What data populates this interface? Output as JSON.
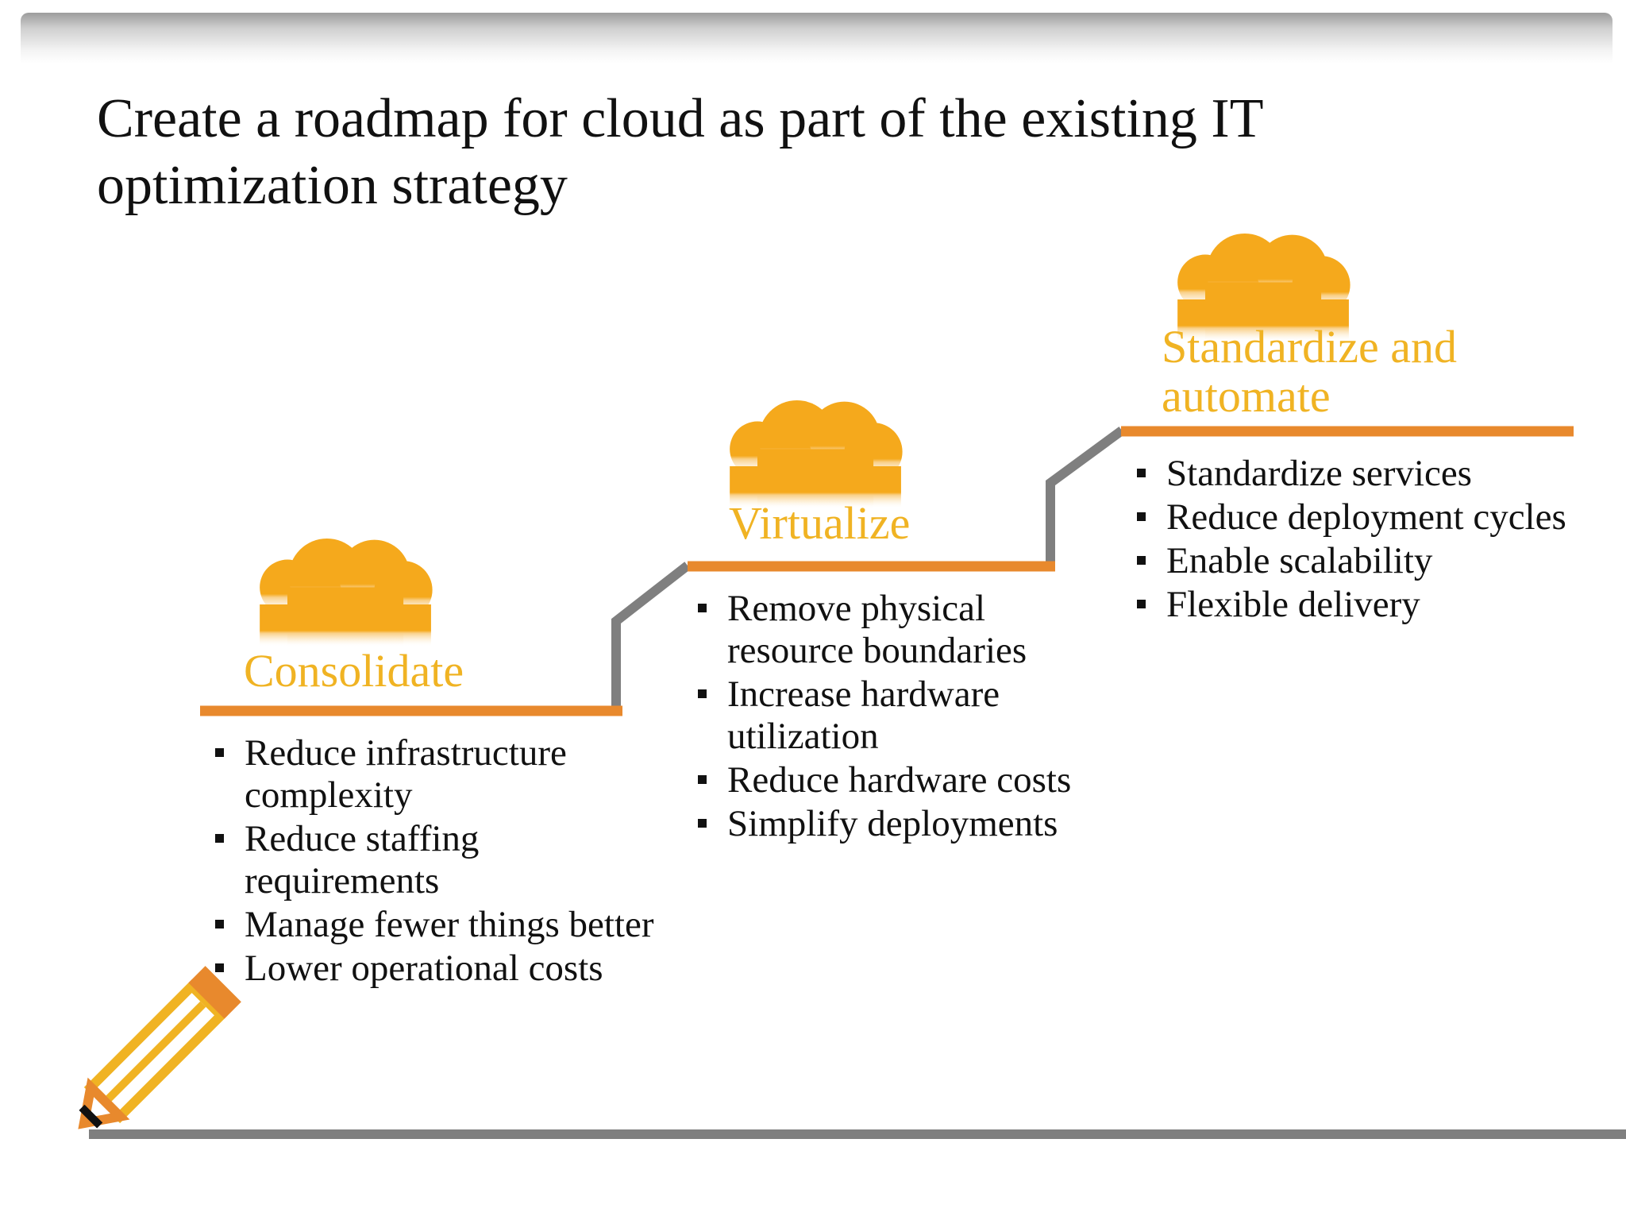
{
  "slide": {
    "title": "Create a roadmap for cloud as part of the existing IT optimization strategy"
  },
  "colors": {
    "accent_orange": "#e8892d",
    "label_gold": "#f0b323",
    "cloud_gold": "#f5a91c",
    "step_gray": "#7f7f7f"
  },
  "stages": [
    {
      "label": "Consolidate",
      "bullets": [
        "Reduce infrastructure complexity",
        "Reduce staffing requirements",
        "Manage fewer things better",
        "Lower operational costs"
      ]
    },
    {
      "label": "Virtualize",
      "bullets": [
        "Remove physical resource boundaries",
        "Increase hardware utilization",
        "Reduce hardware costs",
        "Simplify deployments"
      ]
    },
    {
      "label": "Standardize and automate",
      "bullets": [
        "Standardize services",
        "Reduce deployment cycles",
        "Enable scalability",
        "Flexible delivery"
      ]
    }
  ],
  "icons": {
    "stage_icon": "cloud-icon",
    "corner_icon": "pencil-icon"
  }
}
